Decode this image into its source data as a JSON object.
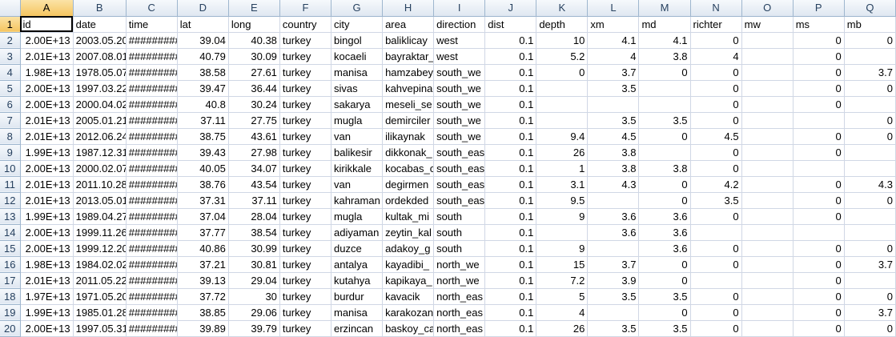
{
  "sheet": {
    "column_letters": [
      "A",
      "B",
      "C",
      "D",
      "E",
      "F",
      "G",
      "H",
      "I",
      "J",
      "K",
      "L",
      "M",
      "N",
      "O",
      "P",
      "Q"
    ],
    "column_widths": [
      66,
      66,
      64,
      64,
      64,
      64,
      64,
      64,
      64,
      64,
      64,
      64,
      64,
      64,
      64,
      64,
      64
    ],
    "active_column": "A",
    "selected_cell": "A1",
    "header_row": [
      "id",
      "date",
      "time",
      "lat",
      "long",
      "country",
      "city",
      "area",
      "direction",
      "dist",
      "depth",
      "xm",
      "md",
      "richter",
      "mw",
      "ms",
      "mb"
    ],
    "rows": [
      [
        "2.00E+13",
        "2003.05.20",
        "#########",
        "39.04",
        "40.38",
        "turkey",
        "bingol",
        "baliklicay",
        "west",
        "0.1",
        "10",
        "4.1",
        "4.1",
        "0",
        "",
        "0",
        "0"
      ],
      [
        "2.01E+13",
        "2007.08.01",
        "#########",
        "40.79",
        "30.09",
        "turkey",
        "kocaeli",
        "bayraktar_",
        "west",
        "0.1",
        "5.2",
        "4",
        "3.8",
        "4",
        "",
        "0",
        ""
      ],
      [
        "1.98E+13",
        "1978.05.07",
        "#########",
        "38.58",
        "27.61",
        "turkey",
        "manisa",
        "hamzabey",
        "south_we",
        "0.1",
        "0",
        "3.7",
        "0",
        "0",
        "",
        "0",
        "3.7"
      ],
      [
        "2.00E+13",
        "1997.03.22",
        "#########",
        "39.47",
        "36.44",
        "turkey",
        "sivas",
        "kahvepina",
        "south_we",
        "0.1",
        "",
        "3.5",
        "",
        "0",
        "",
        "0",
        "0"
      ],
      [
        "2.00E+13",
        "2000.04.02",
        "#########",
        "40.8",
        "30.24",
        "turkey",
        "sakarya",
        "meseli_se",
        "south_we",
        "0.1",
        "",
        "",
        "",
        "0",
        "",
        "0",
        ""
      ],
      [
        "2.01E+13",
        "2005.01.21",
        "#########",
        "37.11",
        "27.75",
        "turkey",
        "mugla",
        "demirciler",
        "south_we",
        "0.1",
        "",
        "3.5",
        "3.5",
        "0",
        "",
        "",
        "0"
      ],
      [
        "2.01E+13",
        "2012.06.24",
        "#########",
        "38.75",
        "43.61",
        "turkey",
        "van",
        "ilikaynak",
        "south_we",
        "0.1",
        "9.4",
        "4.5",
        "0",
        "4.5",
        "",
        "0",
        "0"
      ],
      [
        "1.99E+13",
        "1987.12.31",
        "#########",
        "39.43",
        "27.98",
        "turkey",
        "balikesir",
        "dikkonak_",
        "south_eas",
        "0.1",
        "26",
        "3.8",
        "",
        "0",
        "",
        "0",
        ""
      ],
      [
        "2.00E+13",
        "2000.02.07",
        "#########",
        "40.05",
        "34.07",
        "turkey",
        "kirikkale",
        "kocabas_c",
        "south_eas",
        "0.1",
        "1",
        "3.8",
        "3.8",
        "0",
        "",
        "",
        ""
      ],
      [
        "2.01E+13",
        "2011.10.28",
        "#########",
        "38.76",
        "43.54",
        "turkey",
        "van",
        "degirmen",
        "south_eas",
        "0.1",
        "3.1",
        "4.3",
        "0",
        "4.2",
        "",
        "0",
        "4.3"
      ],
      [
        "2.01E+13",
        "2013.05.01",
        "#########",
        "37.31",
        "37.11",
        "turkey",
        "kahraman",
        "ordekded",
        "south_eas",
        "0.1",
        "9.5",
        "",
        "0",
        "3.5",
        "",
        "0",
        "0"
      ],
      [
        "1.99E+13",
        "1989.04.27",
        "#########",
        "37.04",
        "28.04",
        "turkey",
        "mugla",
        "kultak_mi",
        "south",
        "0.1",
        "9",
        "3.6",
        "3.6",
        "0",
        "",
        "0",
        ""
      ],
      [
        "2.00E+13",
        "1999.11.26",
        "#########",
        "37.77",
        "38.54",
        "turkey",
        "adiyaman",
        "zeytin_kal",
        "south",
        "0.1",
        "",
        "3.6",
        "3.6",
        "",
        "",
        "",
        ""
      ],
      [
        "2.00E+13",
        "1999.12.20",
        "#########",
        "40.86",
        "30.99",
        "turkey",
        "duzce",
        "adakoy_g",
        "south",
        "0.1",
        "9",
        "",
        "3.6",
        "0",
        "",
        "0",
        "0"
      ],
      [
        "1.98E+13",
        "1984.02.02",
        "#########",
        "37.21",
        "30.81",
        "turkey",
        "antalya",
        "kayadibi_",
        "north_we",
        "0.1",
        "15",
        "3.7",
        "0",
        "0",
        "",
        "0",
        "3.7"
      ],
      [
        "2.01E+13",
        "2011.05.22",
        "#########",
        "39.13",
        "29.04",
        "turkey",
        "kutahya",
        "kapikaya_",
        "north_we",
        "0.1",
        "7.2",
        "3.9",
        "0",
        "",
        "",
        "0",
        ""
      ],
      [
        "1.97E+13",
        "1971.05.20",
        "#########",
        "37.72",
        "30",
        "turkey",
        "burdur",
        "kavacik",
        "north_eas",
        "0.1",
        "5",
        "3.5",
        "3.5",
        "0",
        "",
        "0",
        "0"
      ],
      [
        "1.99E+13",
        "1985.01.28",
        "#########",
        "38.85",
        "29.06",
        "turkey",
        "manisa",
        "karakozan",
        "north_eas",
        "0.1",
        "4",
        "",
        "0",
        "0",
        "",
        "0",
        "3.7"
      ],
      [
        "2.00E+13",
        "1997.05.31",
        "#########",
        "39.89",
        "39.79",
        "turkey",
        "erzincan",
        "baskoy_ca",
        "north_eas",
        "0.1",
        "26",
        "3.5",
        "3.5",
        "0",
        "",
        "0",
        "0"
      ]
    ]
  }
}
